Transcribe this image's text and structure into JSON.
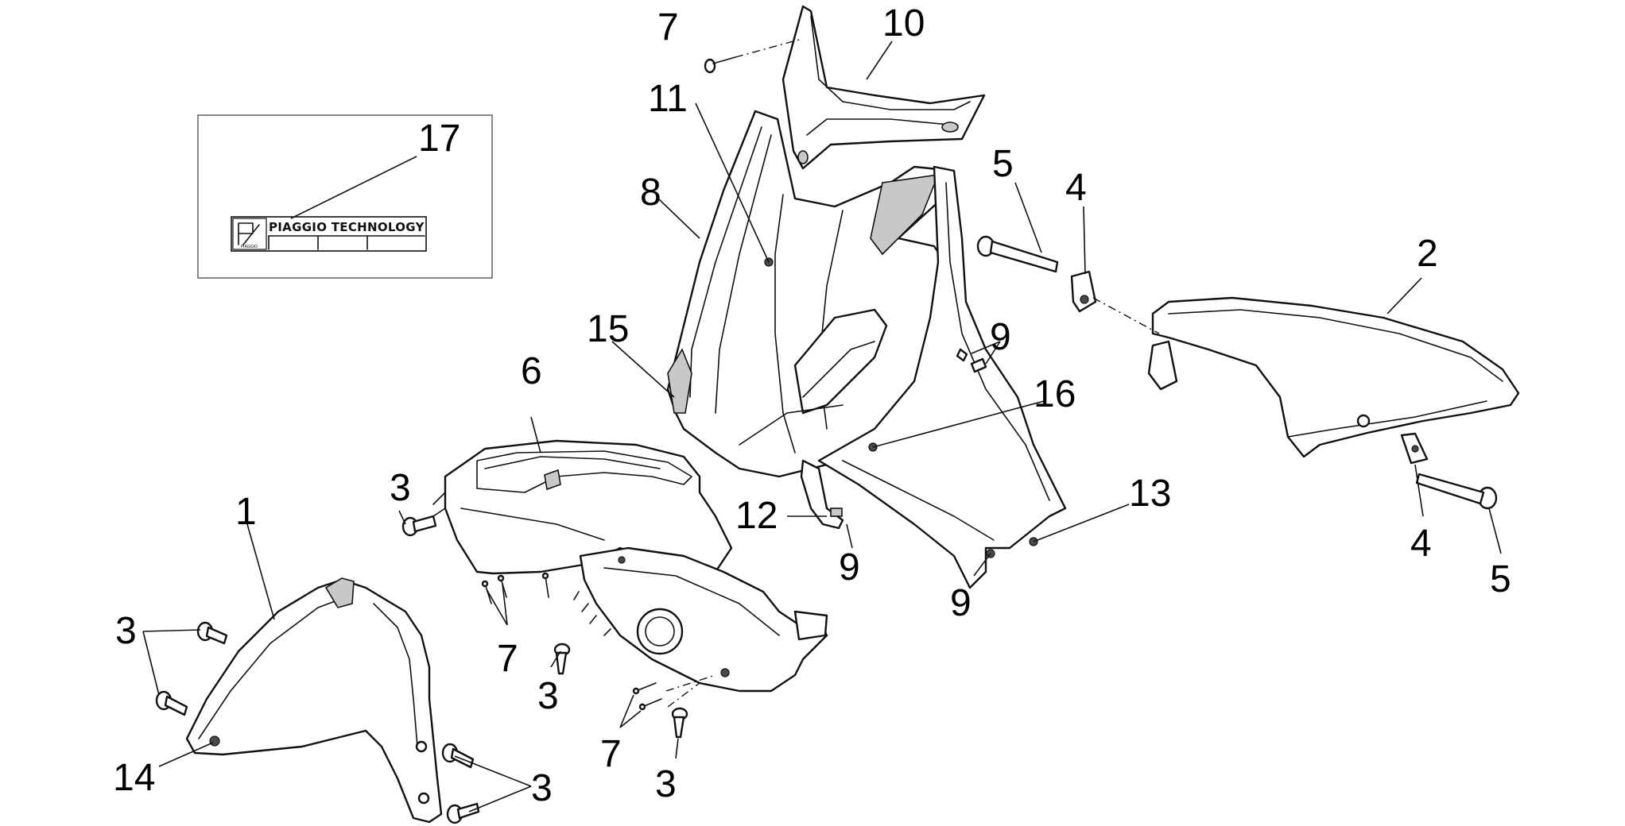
{
  "label_plate": {
    "text": "PIAGGIO TECHNOLOGY",
    "logo_text": "PIAGGIO"
  },
  "callouts": {
    "c1": "1",
    "c2": "2",
    "c3a": "3",
    "c3b": "3",
    "c3c": "3",
    "c3d": "3",
    "c3e": "3",
    "c4a": "4",
    "c4b": "4",
    "c5a": "5",
    "c5b": "5",
    "c6": "6",
    "c7a": "7",
    "c7b": "7",
    "c7c": "7",
    "c8": "8",
    "c9a": "9",
    "c9b": "9",
    "c9c": "9",
    "c10": "10",
    "c11": "11",
    "c12": "12",
    "c13": "13",
    "c14": "14",
    "c15": "15",
    "c16": "16",
    "c17": "17"
  },
  "colors": {
    "line": "#111111",
    "background": "#ffffff",
    "shade": "#c8c8c8"
  }
}
